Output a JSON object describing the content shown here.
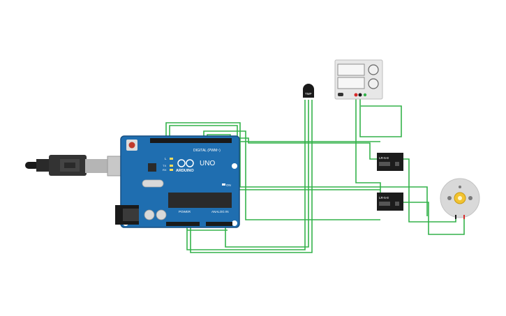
{
  "colors": {
    "board": "#1f6eb0",
    "board_edge": "#174f82",
    "wire": "#33b24a",
    "chip": "#2a2a2a",
    "relay": "#1c1c1c",
    "supply_body": "#e7e7e7",
    "motor_body": "#d9d9d9",
    "motor_gear": "#f2c330",
    "lead_red": "#d62a2a"
  },
  "arduino": {
    "brand": "ARDUINO",
    "model": "UNO",
    "digital_label": "DIGITAL (PWM~)",
    "power_label": "POWER",
    "analog_label": "ANALOG IN",
    "on_label": "ON",
    "l_label": "L",
    "tx_label": "TX",
    "rx_label": "RX"
  },
  "sensor": {
    "label": "TMP"
  },
  "relays": [
    {
      "label": "LR-5-8"
    },
    {
      "label": "LR-5-8"
    }
  ],
  "icons": {
    "usb_cable": "usb-cable-icon",
    "dc_motor": "dc-motor-icon",
    "power_supply": "power-supply-icon"
  }
}
